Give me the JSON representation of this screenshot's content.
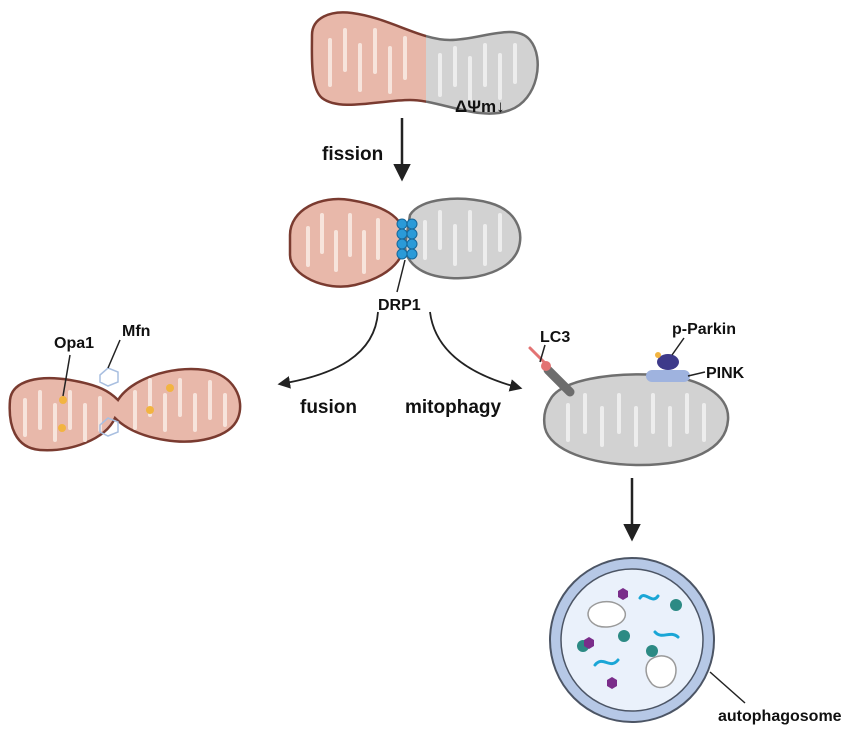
{
  "labels": {
    "delta_psi": "ΔΨm↓",
    "fission": "fission",
    "drp1": "DRP1",
    "opa1": "Opa1",
    "mfn": "Mfn",
    "fusion": "fusion",
    "mitophagy": "mitophagy",
    "lc3": "LC3",
    "p_parkin": "p-Parkin",
    "pink": "PINK",
    "autophagosome": "autophagosome"
  },
  "colors": {
    "healthy_fill": "#e8b8aa",
    "healthy_outline": "#7a3b30",
    "healthy_cristae": "#f7e4dc",
    "damaged_fill": "#d2d2d2",
    "damaged_outline": "#6f6f6f",
    "drp1": "#2a9ad8",
    "opa1": "#f2b441",
    "mfn": "#a9bfe0",
    "lc3": "#e37373",
    "parkin": "#3e3a8a",
    "pink": "#9fb3df",
    "autophagosome_ring": "#b6c8e6",
    "autophagosome_inner": "#eaf1fb",
    "cargo_cyan": "#1aa6d6",
    "cargo_teal": "#2c8a84",
    "cargo_purple": "#7a2d8a",
    "arrow": "#222222"
  }
}
